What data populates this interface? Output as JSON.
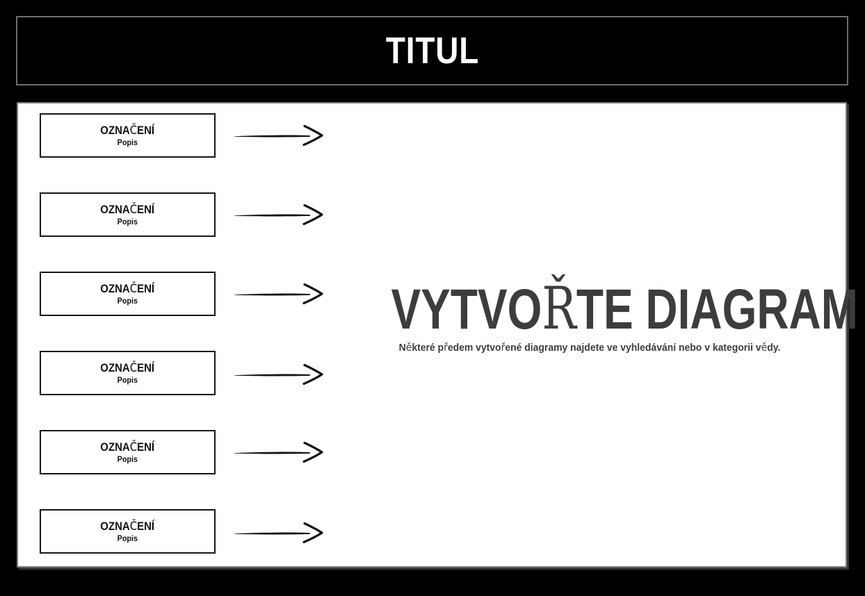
{
  "colors": {
    "page_background": "#000000",
    "banner_border": "#6f6f6f",
    "panel_border": "#7e7e7e",
    "box_border": "#161616",
    "arrow": "#141414",
    "hero_text": "#3d3d3d"
  },
  "banner": {
    "title": "TITUL"
  },
  "canvas": {
    "rows": [
      {
        "label": "OZNAČENÍ",
        "label_parts": [
          {
            "t": "OZNA"
          },
          {
            "t": "Č",
            "f": "light"
          },
          {
            "t": "ENÍ"
          }
        ],
        "sublabel": "Popis",
        "arrow": "right-arrow"
      },
      {
        "label": "OZNAČENÍ",
        "label_parts": [
          {
            "t": "OZNA"
          },
          {
            "t": "Č",
            "f": "light"
          },
          {
            "t": "ENÍ"
          }
        ],
        "sublabel": "Popis",
        "arrow": "right-arrow"
      },
      {
        "label": "OZNAČENÍ",
        "label_parts": [
          {
            "t": "OZNA"
          },
          {
            "t": "Č",
            "f": "light"
          },
          {
            "t": "ENÍ"
          }
        ],
        "sublabel": "Popis",
        "arrow": "right-arrow"
      },
      {
        "label": "OZNAČENÍ",
        "label_parts": [
          {
            "t": "OZNA"
          },
          {
            "t": "Č",
            "f": "light"
          },
          {
            "t": "ENÍ"
          }
        ],
        "sublabel": "Popis",
        "arrow": "right-arrow"
      },
      {
        "label": "OZNAČENÍ",
        "label_parts": [
          {
            "t": "OZNA"
          },
          {
            "t": "Č",
            "f": "light"
          },
          {
            "t": "ENÍ"
          }
        ],
        "sublabel": "Popis",
        "arrow": "right-arrow"
      },
      {
        "label": "OZNAČENÍ",
        "label_parts": [
          {
            "t": "OZNA"
          },
          {
            "t": "Č",
            "f": "light"
          },
          {
            "t": "ENÍ"
          }
        ],
        "sublabel": "Popis",
        "arrow": "right-arrow"
      }
    ],
    "hero": {
      "title": "VYTVOŘTE DIAGRAM",
      "title_parts": [
        {
          "t": "VYTVO"
        },
        {
          "t": "Ř",
          "f": "serif"
        },
        {
          "t": "TE DIAGRAM"
        }
      ],
      "subtitle": "Některé předem vytvořené diagramy najdete ve vyhledávání nebo v kategorii vědy.",
      "subtitle_parts": [
        {
          "t": "N"
        },
        {
          "t": "ě",
          "f": "light"
        },
        {
          "t": "které p"
        },
        {
          "t": "ř",
          "f": "light"
        },
        {
          "t": "edem vytvo"
        },
        {
          "t": "ř",
          "f": "light"
        },
        {
          "t": "ené diagramy najdete ve vyhledávání nebo v kategorii v"
        },
        {
          "t": "ě",
          "f": "light"
        },
        {
          "t": "dy."
        }
      ]
    }
  }
}
